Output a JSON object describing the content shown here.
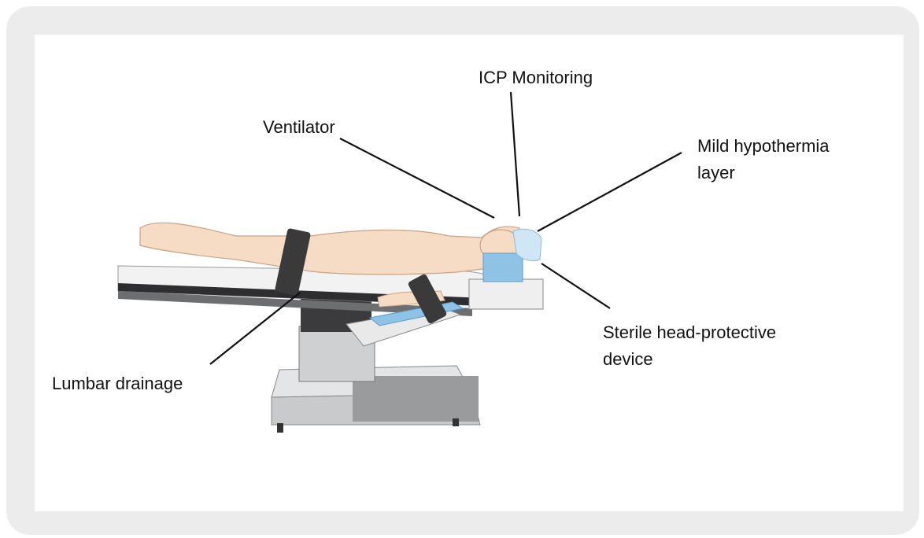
{
  "labels": {
    "icp": "ICP Monitoring",
    "ventilator": "Ventilator",
    "hypothermia_line1": "Mild hypothermia",
    "hypothermia_line2": "layer",
    "sterile_line1": "Sterile head-protective",
    "sterile_line2": "device",
    "lumbar": "Lumbar drainage"
  },
  "colors": {
    "frame": "#ececec",
    "skin": "#f6dcc4",
    "strap": "#3a3a3a",
    "pad": "#8fc3e6",
    "table_base": "#d9dadb",
    "leader": "#111111"
  }
}
